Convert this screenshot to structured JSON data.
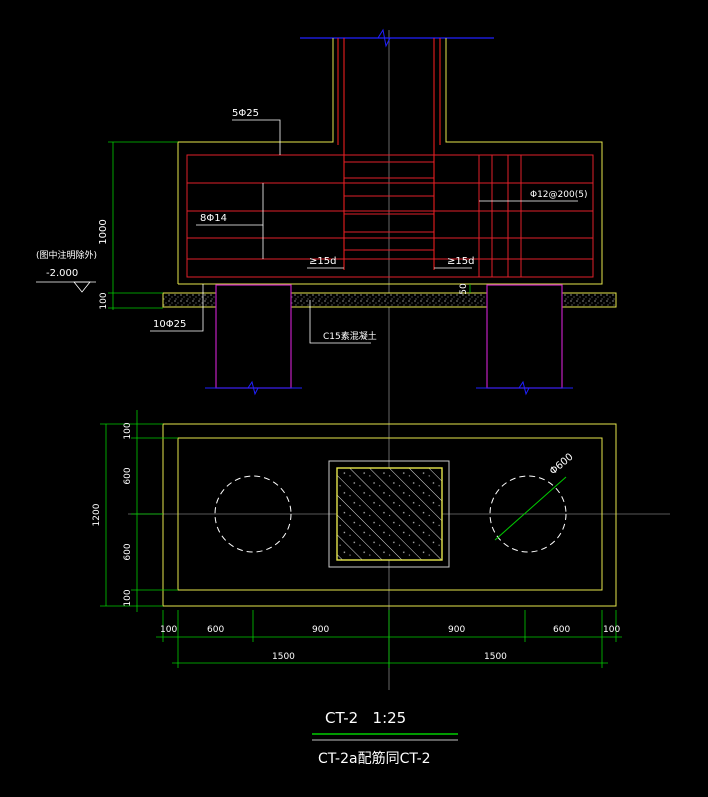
{
  "drawing": {
    "title": "CT-2   1:25",
    "subtitle": "CT-2a配筋同CT-2"
  },
  "section": {
    "top_bar_label": "5Φ25",
    "stirrup_label": "Φ12@200(5)",
    "side_bar_label": "8Φ14",
    "bottom_bar_label": "10Φ25",
    "anchor_left": "≥15d",
    "anchor_right": "≥15d",
    "note_line1": "(图中注明除外)",
    "note_line2": "-2.000",
    "blinding_label": "C15素混凝土",
    "dim_height": "1000",
    "dim_blinding": "100",
    "dim_cover": "50"
  },
  "plan": {
    "pile_label": "Φ600",
    "dim_v_top": "100",
    "dim_v_600a": "600",
    "dim_v_total": "1200",
    "dim_v_600b": "600",
    "dim_v_bottom": "100",
    "dim_h_1": "100",
    "dim_h_2": "600",
    "dim_h_3": "900",
    "dim_h_4": "900",
    "dim_h_5": "600",
    "dim_h_6": "100",
    "dim_h_total_l": "1500",
    "dim_h_total_r": "1500"
  },
  "colors": {
    "background": "#000000",
    "outline": "#e6e64d",
    "rebar": "#e0202a",
    "column": "#ff2020",
    "pile": "#c020c0",
    "dimension": "#00cc00",
    "text": "#ffffff",
    "center_line": "#b0b0b0",
    "blue_break": "#2020ff",
    "anchor_green": "#00ff88"
  }
}
